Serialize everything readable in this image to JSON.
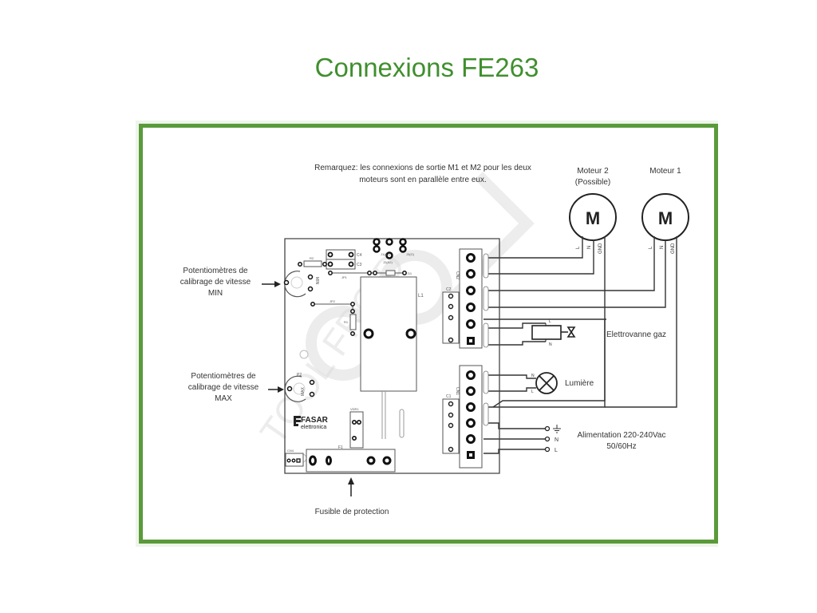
{
  "title": "Connexions FE263",
  "colors": {
    "title": "#3f8f2e",
    "frame": "#5a9a3a",
    "line": "#333333"
  },
  "note": {
    "line1": "Remarquez: les connexions de sortie M1 et M2 pour les deux",
    "line2": "moteurs sont en parallèle entre eux."
  },
  "motors": [
    {
      "name_line1": "Moteur 2",
      "name_line2": "(Possible)",
      "symbol": "M",
      "pins": [
        "L",
        "N",
        "GND"
      ]
    },
    {
      "name_line1": "Moteur 1",
      "name_line2": "",
      "symbol": "M",
      "pins": [
        "L",
        "N",
        "GND"
      ]
    }
  ],
  "pot_min": {
    "line1": "Potentiomètres de",
    "line2": "calibrage de vitesse",
    "line3": "MIN",
    "ref": "P1",
    "mark": "MIN"
  },
  "pot_max": {
    "line1": "Potentiomètres de",
    "line2": "calibrage de vitesse",
    "line3": "MAX",
    "ref": "P2",
    "mark": "MAX"
  },
  "gas_valve": {
    "label": "Elettrovanne gaz",
    "pins": [
      "L",
      "N"
    ]
  },
  "lamp": {
    "label": "Lumière",
    "pins": [
      "N",
      "L"
    ]
  },
  "power": {
    "line1": "Alimentation 220-240Vac",
    "line2": "50/60Hz",
    "pins": [
      "⏚",
      "N",
      "L"
    ]
  },
  "fuse": {
    "label": "Fusible de protection",
    "ref": "F1"
  },
  "pcb": {
    "brand": "FASAR",
    "brand_sub": "elettronica",
    "refs": {
      "c4": "C4",
      "c3": "C3",
      "r2": "R2",
      "jp1": "JP1",
      "jp2": "JP2",
      "r1": "R1",
      "d1": "D1",
      "l1": "L1",
      "cn2": "CN2",
      "c2": "C2",
      "cn1": "CN1",
      "c1": "C1",
      "vdr1": "VDR1",
      "cn4": "CN4",
      "j1": "J1(A1)",
      "j2": "J2(A2)",
      "j3": "J3(G)"
    }
  },
  "watermark": "TOOL FROID"
}
